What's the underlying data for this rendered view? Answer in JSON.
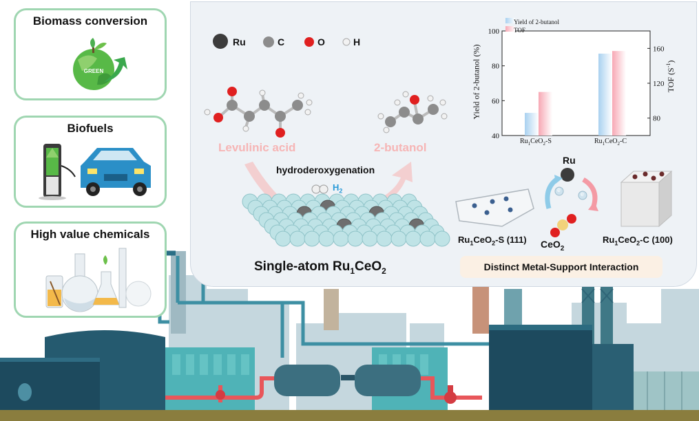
{
  "applications": [
    {
      "title": "Biomass conversion",
      "badge": "GREEN",
      "icon": "green-earth-icon"
    },
    {
      "title": "Biofuels",
      "icon": "fuel-pump-car-icon"
    },
    {
      "title": "High value chemicals",
      "icon": "flask-icon"
    }
  ],
  "legend": {
    "atoms": [
      {
        "symbol": "Ru",
        "color": "#444444"
      },
      {
        "symbol": "C",
        "color": "#8c8c8c"
      },
      {
        "symbol": "O",
        "color": "#e02020"
      },
      {
        "symbol": "H",
        "color": "#e8e8e8"
      }
    ]
  },
  "reaction": {
    "reactant": "Levulinic  acid",
    "product": "2-butanol",
    "process": "hydroderoxygenation",
    "reagent": "H",
    "reagent_subscript": "2",
    "catalyst_title_pre": "Single-atom Ru",
    "catalyst_title_sub1": "1",
    "catalyst_title_mid": "CeO",
    "catalyst_title_sub2": "2"
  },
  "chart_data": {
    "type": "bar",
    "categories": [
      {
        "pre": "Ru",
        "sub1": "1",
        "mid": "CeO",
        "sub2": "2",
        "post": "-S"
      },
      {
        "pre": "Ru",
        "sub1": "1",
        "mid": "CeO",
        "sub2": "2",
        "post": "-C"
      }
    ],
    "series": [
      {
        "name": "Yield of  2-butanol",
        "axis": "left",
        "color": "#a9d1f0",
        "values": [
          53,
          87
        ]
      },
      {
        "name": "TOF",
        "axis": "right",
        "color": "#f7a8b4",
        "values": [
          110,
          157
        ]
      }
    ],
    "ylabel_left": "Yield of  2-butanol (%)",
    "ylabel_right_pre": "TOF (S",
    "ylabel_right_sup": "-1",
    "ylabel_right_post": ")",
    "ylim_left": [
      40,
      100
    ],
    "yticks_left": [
      40,
      60,
      80,
      100
    ],
    "ylim_right": [
      60,
      180
    ],
    "yticks_right": [
      80,
      120,
      160
    ],
    "legend_position": "top-left",
    "grid": false
  },
  "interaction": {
    "ru_label": "Ru",
    "ceo2_pre": "CeO",
    "ceo2_sub": "2",
    "electron": "e",
    "surface_s": {
      "pre": "Ru",
      "sub1": "1",
      "mid": "CeO",
      "sub2": "2",
      "post": "-S (111)"
    },
    "surface_c": {
      "pre": "Ru",
      "sub1": "1",
      "mid": "CeO",
      "sub2": "2",
      "post": "-C (100)"
    },
    "box_label": "Distinct Metal-Support Interaction"
  },
  "colors": {
    "card_border": "#9fd6b1",
    "panel_bg": "#eef2f6",
    "factory_dark": "#265e74",
    "factory_teal": "#40a9b0",
    "pipe_red": "#e8565a",
    "ground": "#8a7d3e"
  }
}
